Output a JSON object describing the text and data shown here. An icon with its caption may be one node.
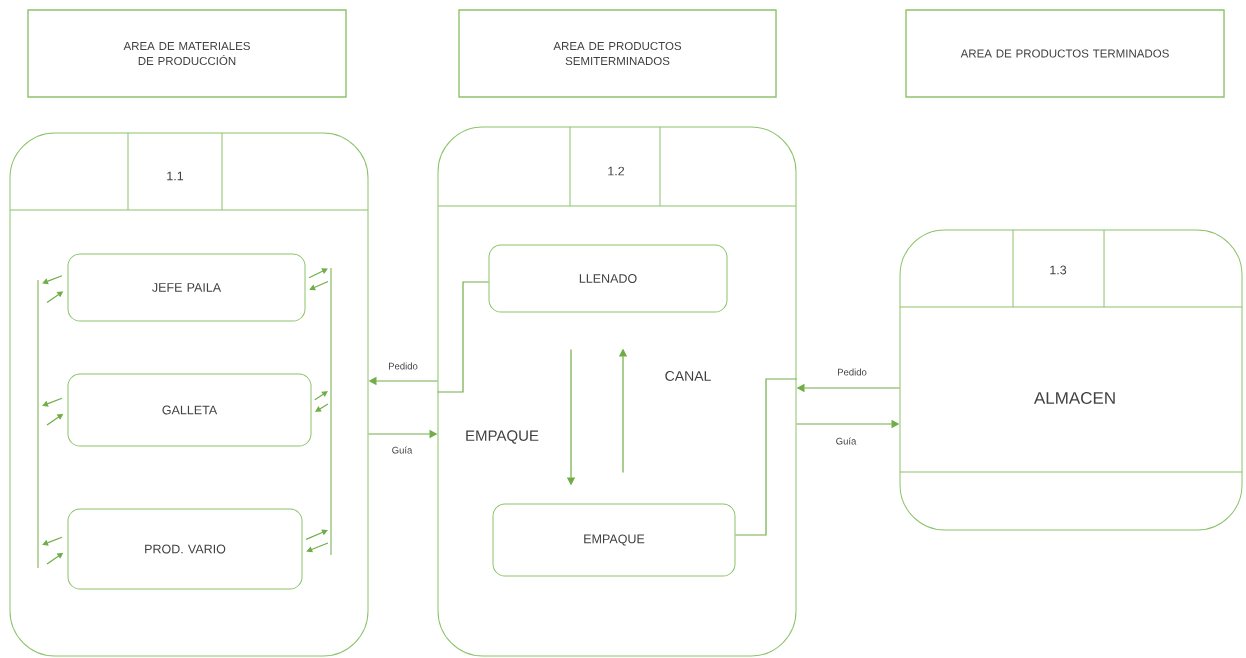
{
  "diagram": {
    "nodes": [
      {
        "text": [
          "AREA DE MATERIALES DE PRODUCCIÓN"
        ]
      },
      {
        "text": [
          "AREA DE PRODUCTOS SEMITERMINADOS"
        ]
      },
      {
        "text": [
          "AREA DE PRODUCTOS TERMINADOS"
        ]
      },
      {
        "text": [
          "1.1"
        ]
      },
      {
        "text": [
          "JEFE PAILA"
        ],
        "in": 3
      },
      {
        "text": [
          "GALLETA"
        ],
        "in": 3
      },
      {
        "text": [
          "PROD. VARIO"
        ],
        "in": 3
      },
      {
        "text": [
          "1.2",
          "EMPAQUE"
        ]
      },
      {
        "text": [
          "LLENADO"
        ],
        "in": 7
      },
      {
        "text": [
          "EMPAQUE"
        ],
        "in": 7
      },
      {
        "text": [
          "1.3",
          "ALMACEN"
        ]
      }
    ],
    "edges": [
      {
        "from": 7,
        "to": 3,
        "arrow": "to",
        "label": "Pedido"
      },
      {
        "from": 3,
        "to": 7,
        "arrow": "to",
        "label": "Guía"
      },
      {
        "from": 10,
        "to": 7,
        "arrow": "to",
        "label": "Pedido"
      },
      {
        "from": 7,
        "to": 10,
        "arrow": "to",
        "label": "Guía"
      },
      {
        "from": 8,
        "to": 9,
        "arrow": "to"
      },
      {
        "from": 9,
        "to": 8,
        "arrow": "to"
      },
      {
        "from": 8,
        "to": 7,
        "arrow": "none"
      },
      {
        "from": 9,
        "to": 7,
        "arrow": "none"
      },
      {
        "from": 4,
        "to": null,
        "arrow": "to"
      },
      {
        "from": null,
        "to": 4,
        "arrow": "to"
      },
      {
        "from": 4,
        "to": null,
        "arrow": "to"
      },
      {
        "from": null,
        "to": 4,
        "arrow": "to"
      },
      {
        "from": 5,
        "to": null,
        "arrow": "to"
      },
      {
        "from": null,
        "to": 5,
        "arrow": "to"
      },
      {
        "from": 5,
        "to": null,
        "arrow": "to"
      },
      {
        "from": null,
        "to": 5,
        "arrow": "to"
      },
      {
        "from": 6,
        "to": null,
        "arrow": "to"
      },
      {
        "from": null,
        "to": 6,
        "arrow": "to"
      },
      {
        "from": 6,
        "to": null,
        "arrow": "to"
      },
      {
        "from": null,
        "to": 6,
        "arrow": "to"
      }
    ],
    "labels": [
      "CANAL"
    ]
  }
}
